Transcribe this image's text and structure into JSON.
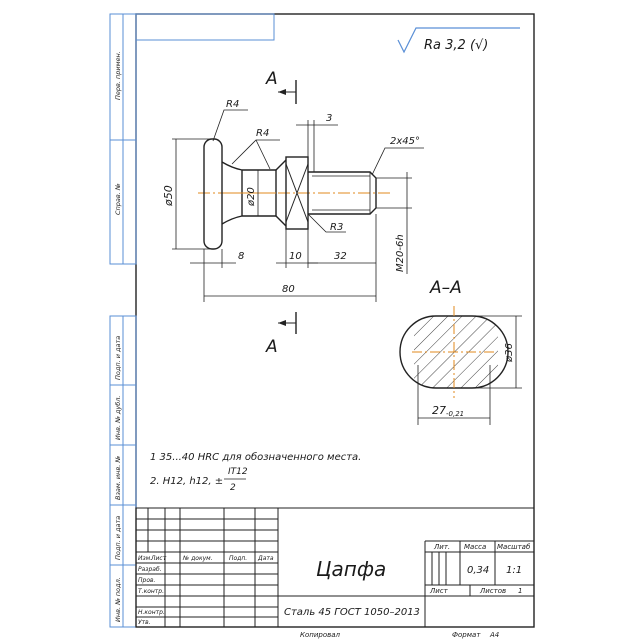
{
  "roughness": {
    "text": "Ra 3,2 (√)"
  },
  "section_marks": {
    "letter_top": "A",
    "letter_bottom": "A",
    "section_title": "A–A"
  },
  "left_strip": [
    "Перв. примен.",
    "Справ. №",
    "Подп. и дата",
    "Инв. № дубл.",
    "Взам. инв. №",
    "Подп. и дата",
    "Инв. № подл."
  ],
  "dimensions": {
    "r4_top": "R4",
    "r4_mid": "R4",
    "d3": "3",
    "chamfer": "2x45°",
    "phi50": "ø50",
    "phi20": "ø20",
    "r3": "R3",
    "m20": "M20-6h",
    "d8": "8",
    "d10": "10",
    "d32": "32",
    "d80": "80",
    "phi36": "ø36",
    "d27_main": "27",
    "d27_tol": "-0,21"
  },
  "notes": {
    "note1": "1  35...40 HRC для обозначенного места.",
    "note2_prefix": "2. H12, h12, ±",
    "note2_num": "IT12",
    "note2_den": "2"
  },
  "title_block": {
    "headers": [
      "Изм.",
      "Лист",
      "№ докум.",
      "Подп.",
      "Дата"
    ],
    "roles": [
      "Разраб.",
      "Пров.",
      "Т.контр.",
      "",
      "Н.контр.",
      "Утв."
    ],
    "part_name": "Цапфа",
    "material": "Сталь 45 ГОСТ 1050–2013",
    "lit_label": "Лит.",
    "mass_label": "Масса",
    "scale_label": "Масштаб",
    "mass_value": "0,34",
    "scale_value": "1:1",
    "sheet_label": "Лист",
    "sheets_label": "Листов",
    "sheets_value": "1"
  },
  "footer": {
    "copied": "Копировал",
    "format_label": "Формат",
    "format_value": "A4"
  }
}
